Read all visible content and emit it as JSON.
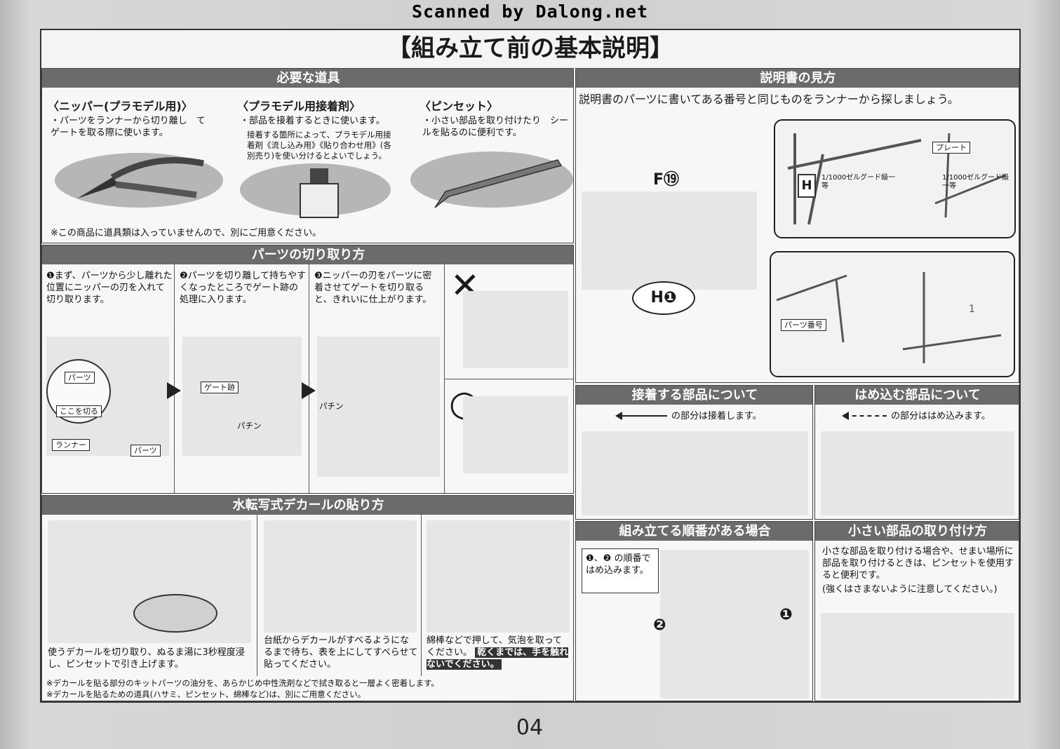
{
  "watermark": "Scanned by Dalong.net",
  "title": "【組み立て前の基本説明】",
  "page_number": "04",
  "tools": {
    "header": "必要な道具",
    "nipper": {
      "title": "〈ニッパー(プラモデル用)〉",
      "desc": "・パーツをランナーから切り離し　てゲートを取る際に使います。"
    },
    "glue": {
      "title": "〈プラモデル用接着剤〉",
      "desc": "・部品を接着するときに使います。",
      "note": "接着する箇所によって、プラモデル用接着剤《流し込み用》《貼り合わせ用》(各別売り)を使い分けるとよいでしょう。"
    },
    "tweezers": {
      "title": "〈ピンセット〉",
      "desc": "・小さい部品を取り付けたり　シールを貼るのに便利です。"
    },
    "footnote": "※この商品に道具類は入っていませんので、別にご用意ください。"
  },
  "cutting": {
    "header": "パーツの切り取り方",
    "step1": "❶まず、パーツから少し離れた位置にニッパーの刃を入れて切り取ります。",
    "step2": "❷パーツを切り離して持ちやすくなったところでゲート跡の処理に入ります。",
    "step3": "❸ニッパーの刃をパーツに密着させてゲートを切り取ると、きれいに仕上がります。",
    "labels": {
      "parts": "パーツ",
      "cut_here": "ここを切る",
      "runner": "ランナー",
      "parts2": "パーツ",
      "gate_mark": "ゲート跡",
      "snap1": "パチン",
      "snap2": "パチン"
    },
    "bad_mark": "✕",
    "good_mark": "○"
  },
  "decal": {
    "header": "水転写式デカールの貼り方",
    "step1": "使うデカールを切り取り、ぬるま湯に3秒程度浸し、ピンセットで引き上げます。",
    "step2": "台紙からデカールがすべるようになるまで待ち、表を上にしてすべらせて貼ってください。",
    "step3_a": "綿棒などで押して、気泡を取ってください。",
    "step3_b": "乾くまでは、手を触れないでください。",
    "note1": "※デカールを貼る部分のキットパーツの油分を、あらかじめ中性洗剤などで拭き取ると一層よく密着します。",
    "note2": "※デカールを貼るための道具(ハサミ、ピンセット、綿棒など)は、別にご用意ください。"
  },
  "manual": {
    "header": "説明書の見方",
    "desc": "説明書のパーツに書いてある番号と同じものをランナーから探しましょう。",
    "f19": "F⑲",
    "h1": "H❶",
    "plate": "プレート",
    "plate_text": "1/1000ゼルグード級一等",
    "part_number": "パーツ番号",
    "h_letter": "H",
    "num_one": "1"
  },
  "glue_parts": {
    "header": "接着する部品について",
    "legend": "の部分は接着します。"
  },
  "fit_parts": {
    "header": "はめ込む部品について",
    "legend": "の部分ははめ込みます。"
  },
  "order": {
    "header": "組み立てる順番がある場合",
    "note": "❶、❷ の順番ではめ込みます。",
    "n1": "❶",
    "n2": "❷"
  },
  "small_parts": {
    "header": "小さい部品の取り付け方",
    "desc": "小さな部品を取り付ける場合や、せまい場所に部品を取り付けるときは、ピンセットを使用すると便利です。",
    "note": "(強くはさまないように注意してください。)"
  }
}
